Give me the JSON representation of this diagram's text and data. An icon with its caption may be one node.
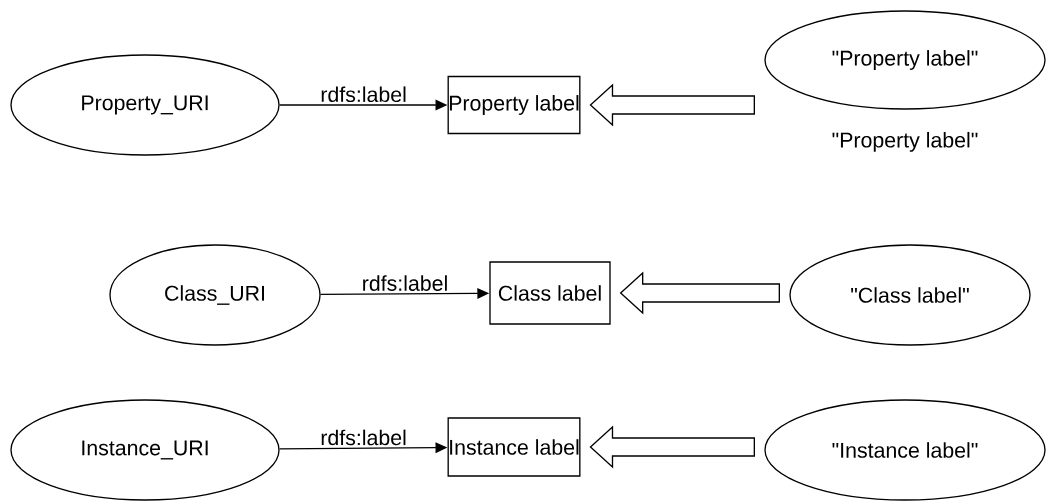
{
  "diagram": {
    "nodes": [
      {
        "text": [
          "Property_URI"
        ]
      },
      {
        "text": [
          "Property label"
        ]
      },
      {
        "text": [
          "\"Property label\""
        ],
        "beside": [
          "\"Property label\""
        ]
      },
      {
        "text": [
          "Class_URI"
        ]
      },
      {
        "text": [
          "Class label"
        ]
      },
      {
        "text": [
          "\"Class label\""
        ]
      },
      {
        "text": [
          "Instance_URI"
        ]
      },
      {
        "text": [
          "Instance label"
        ]
      },
      {
        "text": [
          "\"Instance label\""
        ]
      }
    ],
    "edges": [
      {
        "from": 0,
        "to": 1,
        "arrow": "to",
        "label": "rdfs:label"
      },
      {
        "from": 2,
        "to": 1,
        "arrow": "to",
        "style": "thick"
      },
      {
        "from": 3,
        "to": 4,
        "arrow": "to",
        "label": "rdfs:label"
      },
      {
        "from": 5,
        "to": 4,
        "arrow": "to",
        "style": "thick"
      },
      {
        "from": 6,
        "to": 7,
        "arrow": "to",
        "label": "rdfs:label"
      },
      {
        "from": 8,
        "to": 7,
        "arrow": "to",
        "style": "thick"
      }
    ]
  }
}
